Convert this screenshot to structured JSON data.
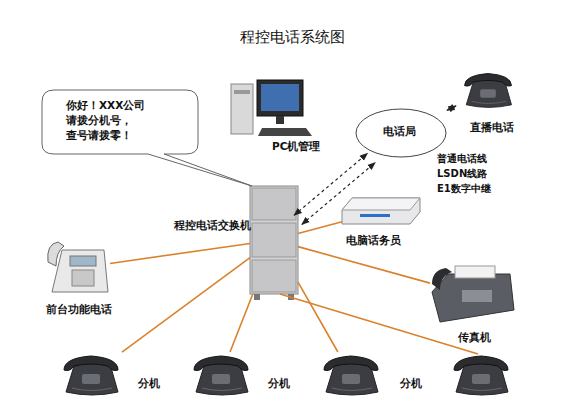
{
  "diagram": {
    "title": "程控电话系统图",
    "nodes": [
      {
        "text": [
          "你好！XXX公司 请拨分机号， 查号请拨零！"
        ]
      },
      {
        "text": [
          "PC机管理"
        ]
      },
      {
        "text": [
          "程控电话交换机"
        ]
      },
      {
        "text": [
          "电话局"
        ]
      },
      {
        "text": [
          "直播电话"
        ]
      },
      {
        "text": [
          "电脑话务员"
        ]
      },
      {
        "text": [
          "传真机"
        ]
      },
      {
        "text": [
          "前台功能电话"
        ]
      },
      {
        "text": [
          "分机"
        ]
      },
      {
        "text": [
          "分机"
        ]
      },
      {
        "text": [
          "分机"
        ]
      }
    ],
    "edges": [
      {
        "from": 2,
        "to": 3,
        "arrow": "both"
      },
      {
        "from": 2,
        "to": 3,
        "arrow": "both"
      },
      {
        "from": 3,
        "to": 4,
        "arrow": "both"
      },
      {
        "from": 2,
        "to": 5,
        "arrow": "none"
      },
      {
        "from": 2,
        "to": 6,
        "arrow": "none"
      },
      {
        "from": 2,
        "to": 7,
        "arrow": "none"
      },
      {
        "from": 2,
        "to": 8,
        "arrow": "none"
      },
      {
        "from": 2,
        "to": 9,
        "arrow": "none"
      },
      {
        "from": 2,
        "to": 10,
        "arrow": "none"
      }
    ],
    "labels": [
      "普通电话线",
      "LSDN线路",
      "E1数字中继"
    ]
  }
}
